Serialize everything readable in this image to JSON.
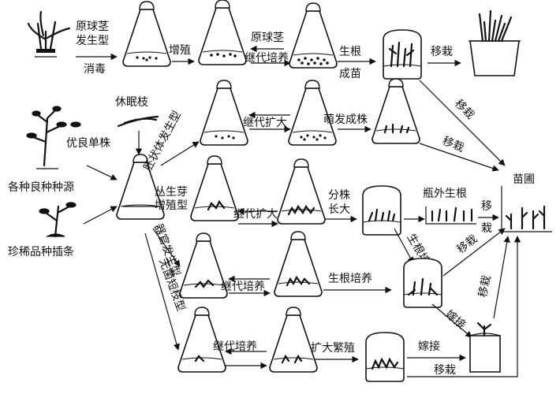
{
  "labels": {
    "corm_type_line1": "原球茎",
    "corm_type_line2": "发生型",
    "disinfect": "消毒",
    "proliferate": "增殖",
    "corm_subculture_line1": "原球茎",
    "corm_subculture_line2": "继代培养",
    "rooting_line1": "生根",
    "rooting_line2": "成苗",
    "transplant_top": "移栽",
    "dormant_branch": "休眠枝",
    "fine_single_plant": "优良单株",
    "various_sources": "各种良种种源",
    "rare_cuttings": "珍稀品种插条",
    "embryoid_type": "胚状体发生型",
    "subculture_expand": "继代扩大",
    "sprouting": "萌发成株",
    "transplant_mid1": "移栽",
    "transplant_mid2": "移栽",
    "bud_type_line1": "丛生芽",
    "bud_type_line2": "增殖型",
    "subculture_expand2": "继代扩大",
    "split_grow_line1": "分株",
    "split_grow_line2": "长大",
    "ex_vitro_rooting": "瓶外生根",
    "transplant_v1": "移",
    "transplant_v2": "栽",
    "nursery": "苗圃",
    "organ_type": "器官发生型",
    "rooting_culture_diag": "生根培养",
    "transplant_diag1": "移栽",
    "subculture3": "继代培养",
    "rooting_culture": "生根培养",
    "transplant_diag2": "移栽",
    "sterile_shoot": "无菌短枝型",
    "graft_diag": "嫁接",
    "subculture4": "继代培养",
    "expand_propagate": "扩大繁殖",
    "graft_bottom": "嫁接",
    "transplant_bottom": "移栽"
  },
  "icons": [
    "orchid-plant-icon",
    "potted-plant-icon",
    "dormant-branch-icon",
    "mother-plant-icon",
    "cutting-icon",
    "culture-flask-icon",
    "culture-jar-icon",
    "nursery-bed-icon",
    "graft-pot-icon"
  ]
}
